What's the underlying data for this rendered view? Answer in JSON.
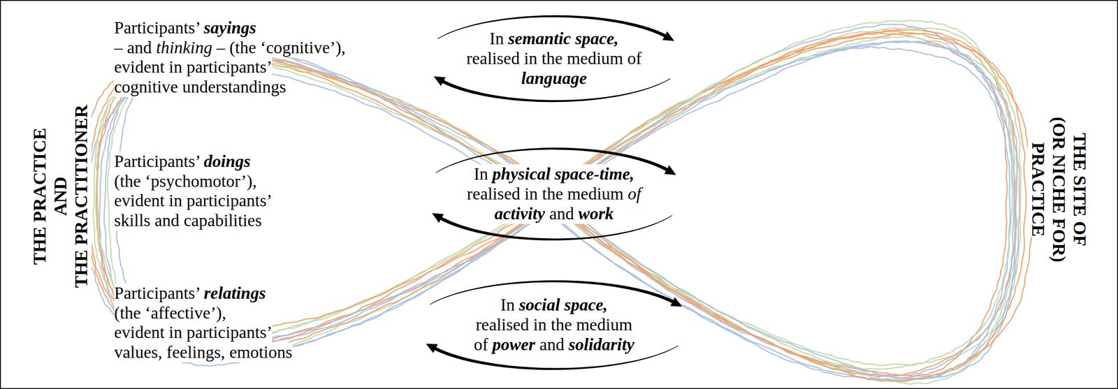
{
  "diagram": {
    "nodes": [
      {
        "text": [
          "In semantic space, realised in the medium of language"
        ]
      },
      {
        "text": [
          "In physical space-time, realised in the medium of activity and work"
        ]
      },
      {
        "text": [
          "In social space, realised in the medium of power and solidarity"
        ]
      }
    ],
    "labels": [
      "THE PRACTICE AND THE PRACTITIONER",
      "Participants’ sayings – and thinking – (the ‘cognitive’), evident in participants’ cognitive understandings",
      "Participants’ doings (the ‘psychomotor’), evident in participants’ skills and capabilities",
      "Participants’ relatings (the ‘affective’), evident in participants’ values, feelings, emotions",
      "THE SITE OF (OR NICHE FOR) PRACTICE"
    ]
  }
}
